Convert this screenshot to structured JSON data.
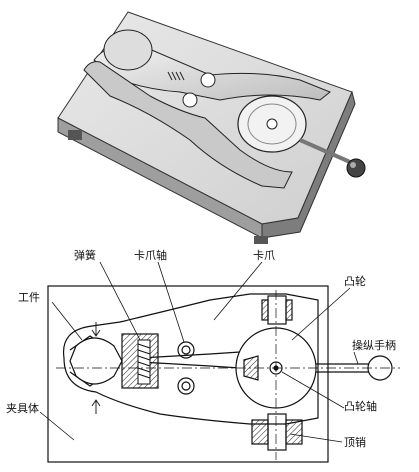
{
  "top_view": {
    "caption": ""
  },
  "drawing": {
    "labels": {
      "spring": "弹簧",
      "jaw_shaft": "卡爪轴",
      "jaw": "卡爪",
      "cam": "凸轮",
      "workpiece": "工件",
      "handle": "操纵手柄",
      "fixture_body": "夹具体",
      "cam_shaft": "凸轮轴",
      "ejector_pin": "顶销"
    }
  }
}
